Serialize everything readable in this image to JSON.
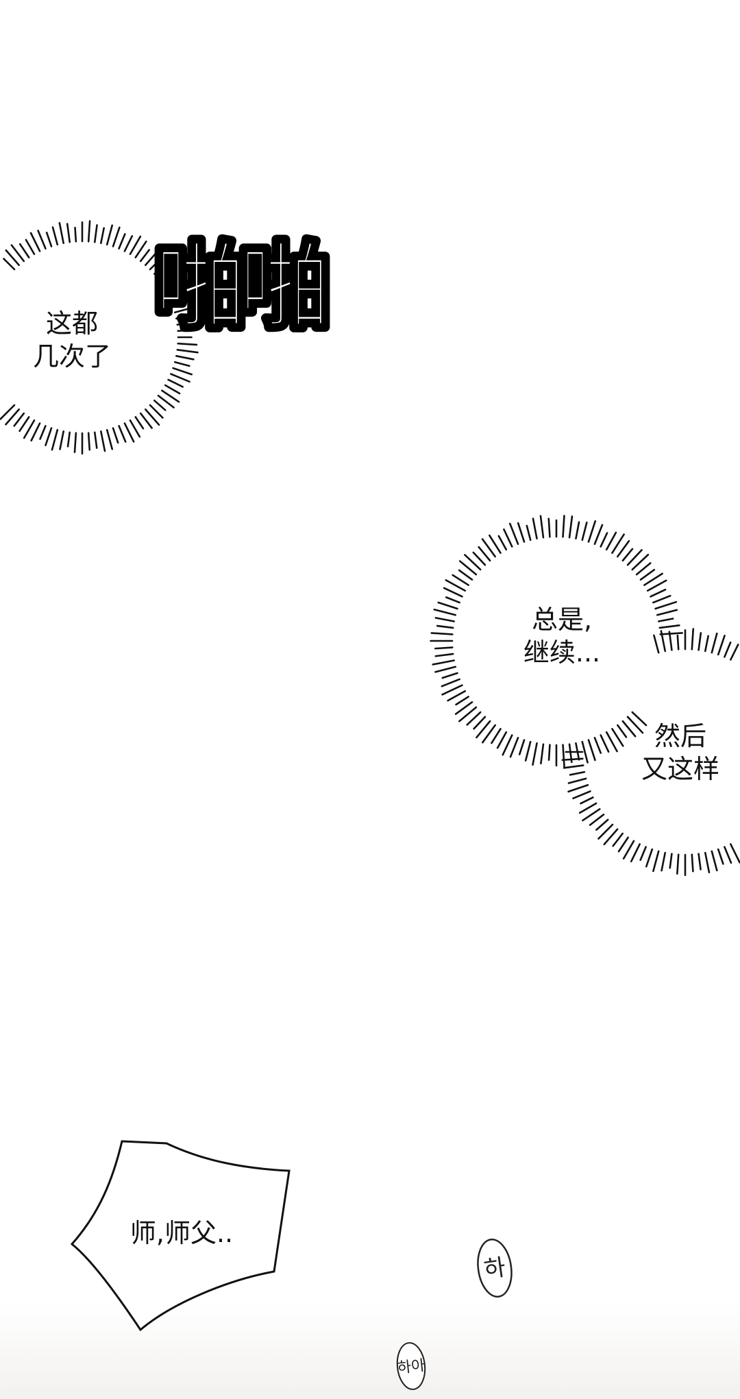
{
  "panel": {
    "sfx_main": "啪啪",
    "bubbles": [
      {
        "id": "burst-1",
        "lines": [
          "这都",
          "几次了"
        ]
      },
      {
        "id": "burst-2",
        "lines": [
          "总是,",
          "继续..."
        ]
      },
      {
        "id": "burst-3",
        "lines": [
          "然后",
          "又这样"
        ]
      },
      {
        "id": "speech-1",
        "lines": [
          "师,师父.."
        ]
      }
    ],
    "sfx_small": [
      "하",
      "하아"
    ]
  }
}
